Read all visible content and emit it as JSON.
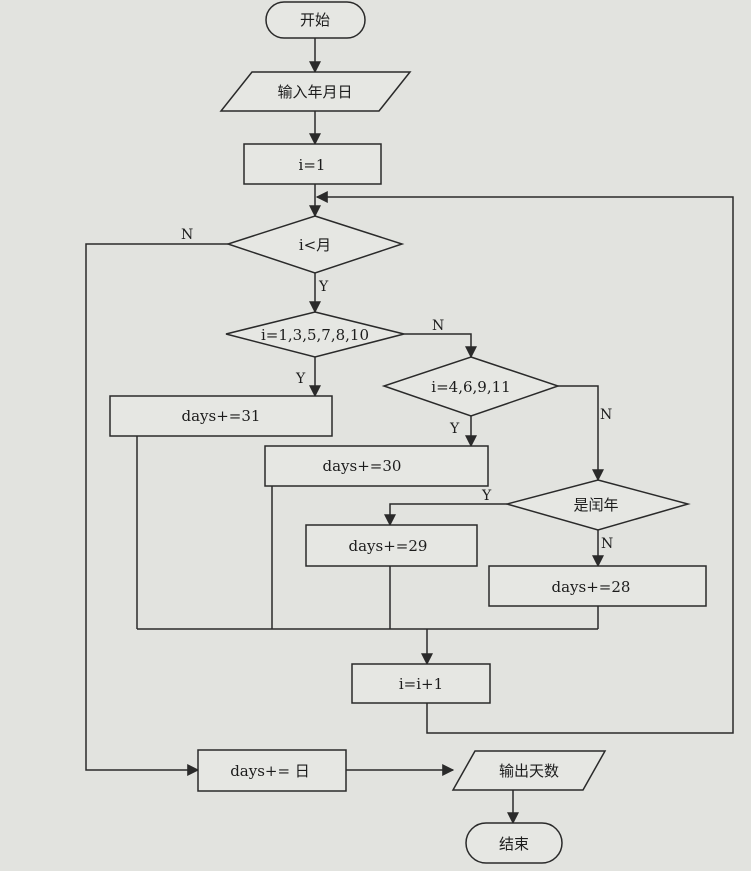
{
  "nodes": {
    "start": "开始",
    "input": "输入年月日",
    "init": "i=1",
    "cond_month": "i<月",
    "cond_31": "i=1,3,5,7,8,10",
    "cond_30": "i=4,6,9,11",
    "cond_leap": "是闰年",
    "add31": "days+=31",
    "add30": "days+=30",
    "add29": "days+=29",
    "add28": "days+=28",
    "incr": "i=i+1",
    "add_day": "days+= 日",
    "output": "输出天数",
    "end": "结束"
  },
  "branch_labels": {
    "month_no": "N",
    "month_yes": "Y",
    "c31_yes": "Y",
    "c31_no": "N",
    "c30_yes": "Y",
    "c30_no": "N",
    "leap_yes": "Y",
    "leap_no": "N"
  },
  "colors": {
    "background": "#e2e3df",
    "shape_fill": "#e6e7e3",
    "stroke": "#2a2a2a",
    "text": "#1c1c1c"
  }
}
